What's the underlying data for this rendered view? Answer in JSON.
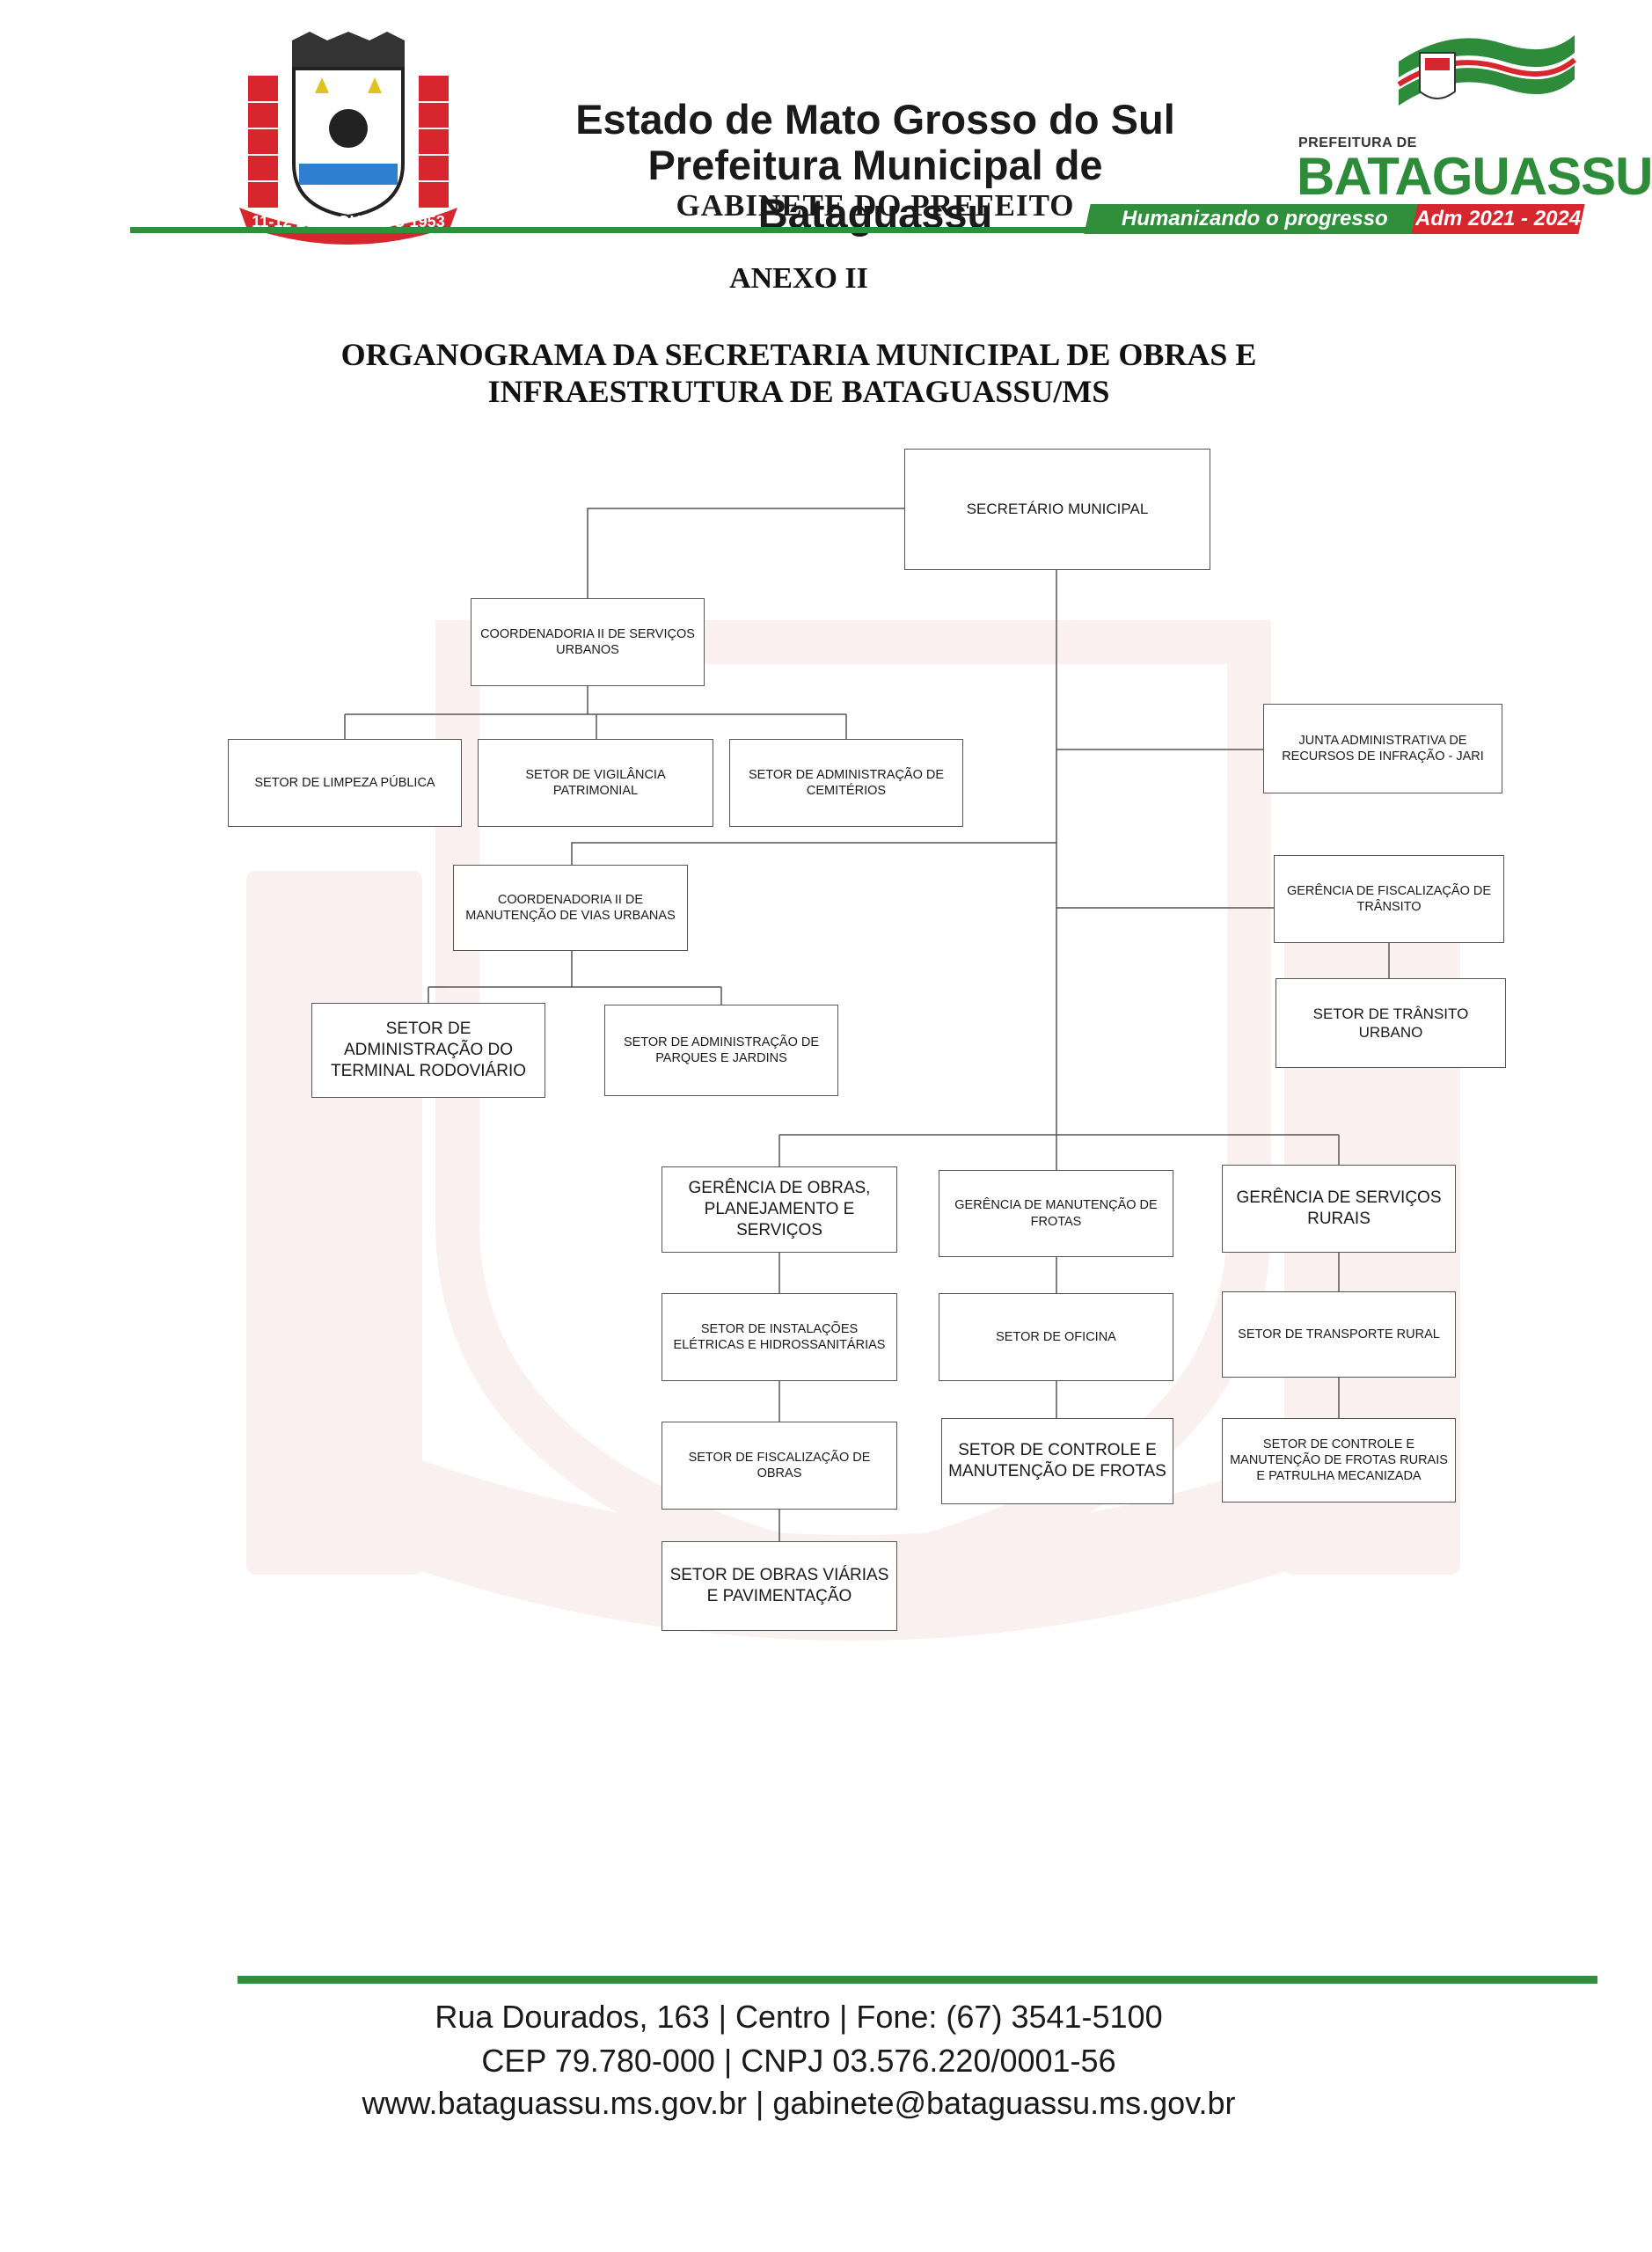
{
  "header": {
    "line1": "Estado de Mato Grosso do Sul",
    "line2": "Prefeitura Municipal de Bataguassu",
    "line3": "GABINETE DO PREFEITO",
    "crest_text": "11-12 BATAGUASSU 1953",
    "brand_prefix": "PREFEITURA DE",
    "brand_name": "BATAGUASSU",
    "slogan": "Humanizando o progresso",
    "administration": "Adm 2021 - 2024",
    "colors": {
      "green": "#2f8f3a",
      "red": "#d7262d"
    }
  },
  "document": {
    "annex": "ANEXO II",
    "title_line1": "ORGANOGRAMA DA SECRETARIA MUNICIPAL DE OBRAS E",
    "title_line2": "INFRAESTRUTURA DE BATAGUASSU/MS"
  },
  "org_chart": {
    "secretario": "SECRETÁRIO MUNICIPAL",
    "coord_servicos_urbanos": "COORDENADORIA II DE SERVIÇOS URBANOS",
    "setor_limpeza": "SETOR DE LIMPEZA PÚBLICA",
    "setor_vigilancia": "SETOR DE VIGILÂNCIA PATRIMONIAL",
    "setor_cemiterios": "SETOR DE ADMINISTRAÇÃO DE CEMITÉRIOS",
    "junta_jari": "JUNTA ADMINISTRATIVA DE RECURSOS DE INFRAÇÃO - JARI",
    "coord_vias_urbanas": "COORDENADORIA II DE MANUTENÇÃO DE VIAS URBANAS",
    "gerencia_transito": "GERÊNCIA DE FISCALIZAÇÃO DE TRÂNSITO",
    "setor_transito_urbano": "SETOR DE TRÂNSITO URBANO",
    "setor_terminal": "SETOR DE ADMINISTRAÇÃO DO TERMINAL RODOVIÁRIO",
    "setor_parques": "SETOR DE ADMINISTRAÇÃO DE PARQUES E JARDINS",
    "gerencia_obras": "GERÊNCIA DE OBRAS, PLANEJAMENTO E SERVIÇOS",
    "gerencia_frotas": "GERÊNCIA DE MANUTENÇÃO DE FROTAS",
    "gerencia_rurais": "GERÊNCIA DE SERVIÇOS RURAIS",
    "setor_instalacoes": "SETOR DE INSTALAÇÕES ELÉTRICAS E HIDROSSANITÁRIAS",
    "setor_oficina": "SETOR DE OFICINA",
    "setor_transporte_rural": "SETOR DE TRANSPORTE RURAL",
    "setor_fiscalizacao_obras": "SETOR DE FISCALIZAÇÃO DE OBRAS",
    "setor_controle_frotas": "SETOR DE CONTROLE E MANUTENÇÃO DE FROTAS",
    "setor_controle_rurais": "SETOR DE CONTROLE E MANUTENÇÃO DE FROTAS RURAIS E PATRULHA MECANIZADA",
    "setor_obras_viarias": "SETOR DE OBRAS VIÁRIAS E PAVIMENTAÇÃO"
  },
  "footer": {
    "address": "Rua Dourados, 163 | Centro | Fone: (67) 3541-5100",
    "cep_cnpj": "CEP 79.780-000 | CNPJ 03.576.220/0001-56",
    "web_email": "www.bataguassu.ms.gov.br | gabinete@bataguassu.ms.gov.br"
  }
}
